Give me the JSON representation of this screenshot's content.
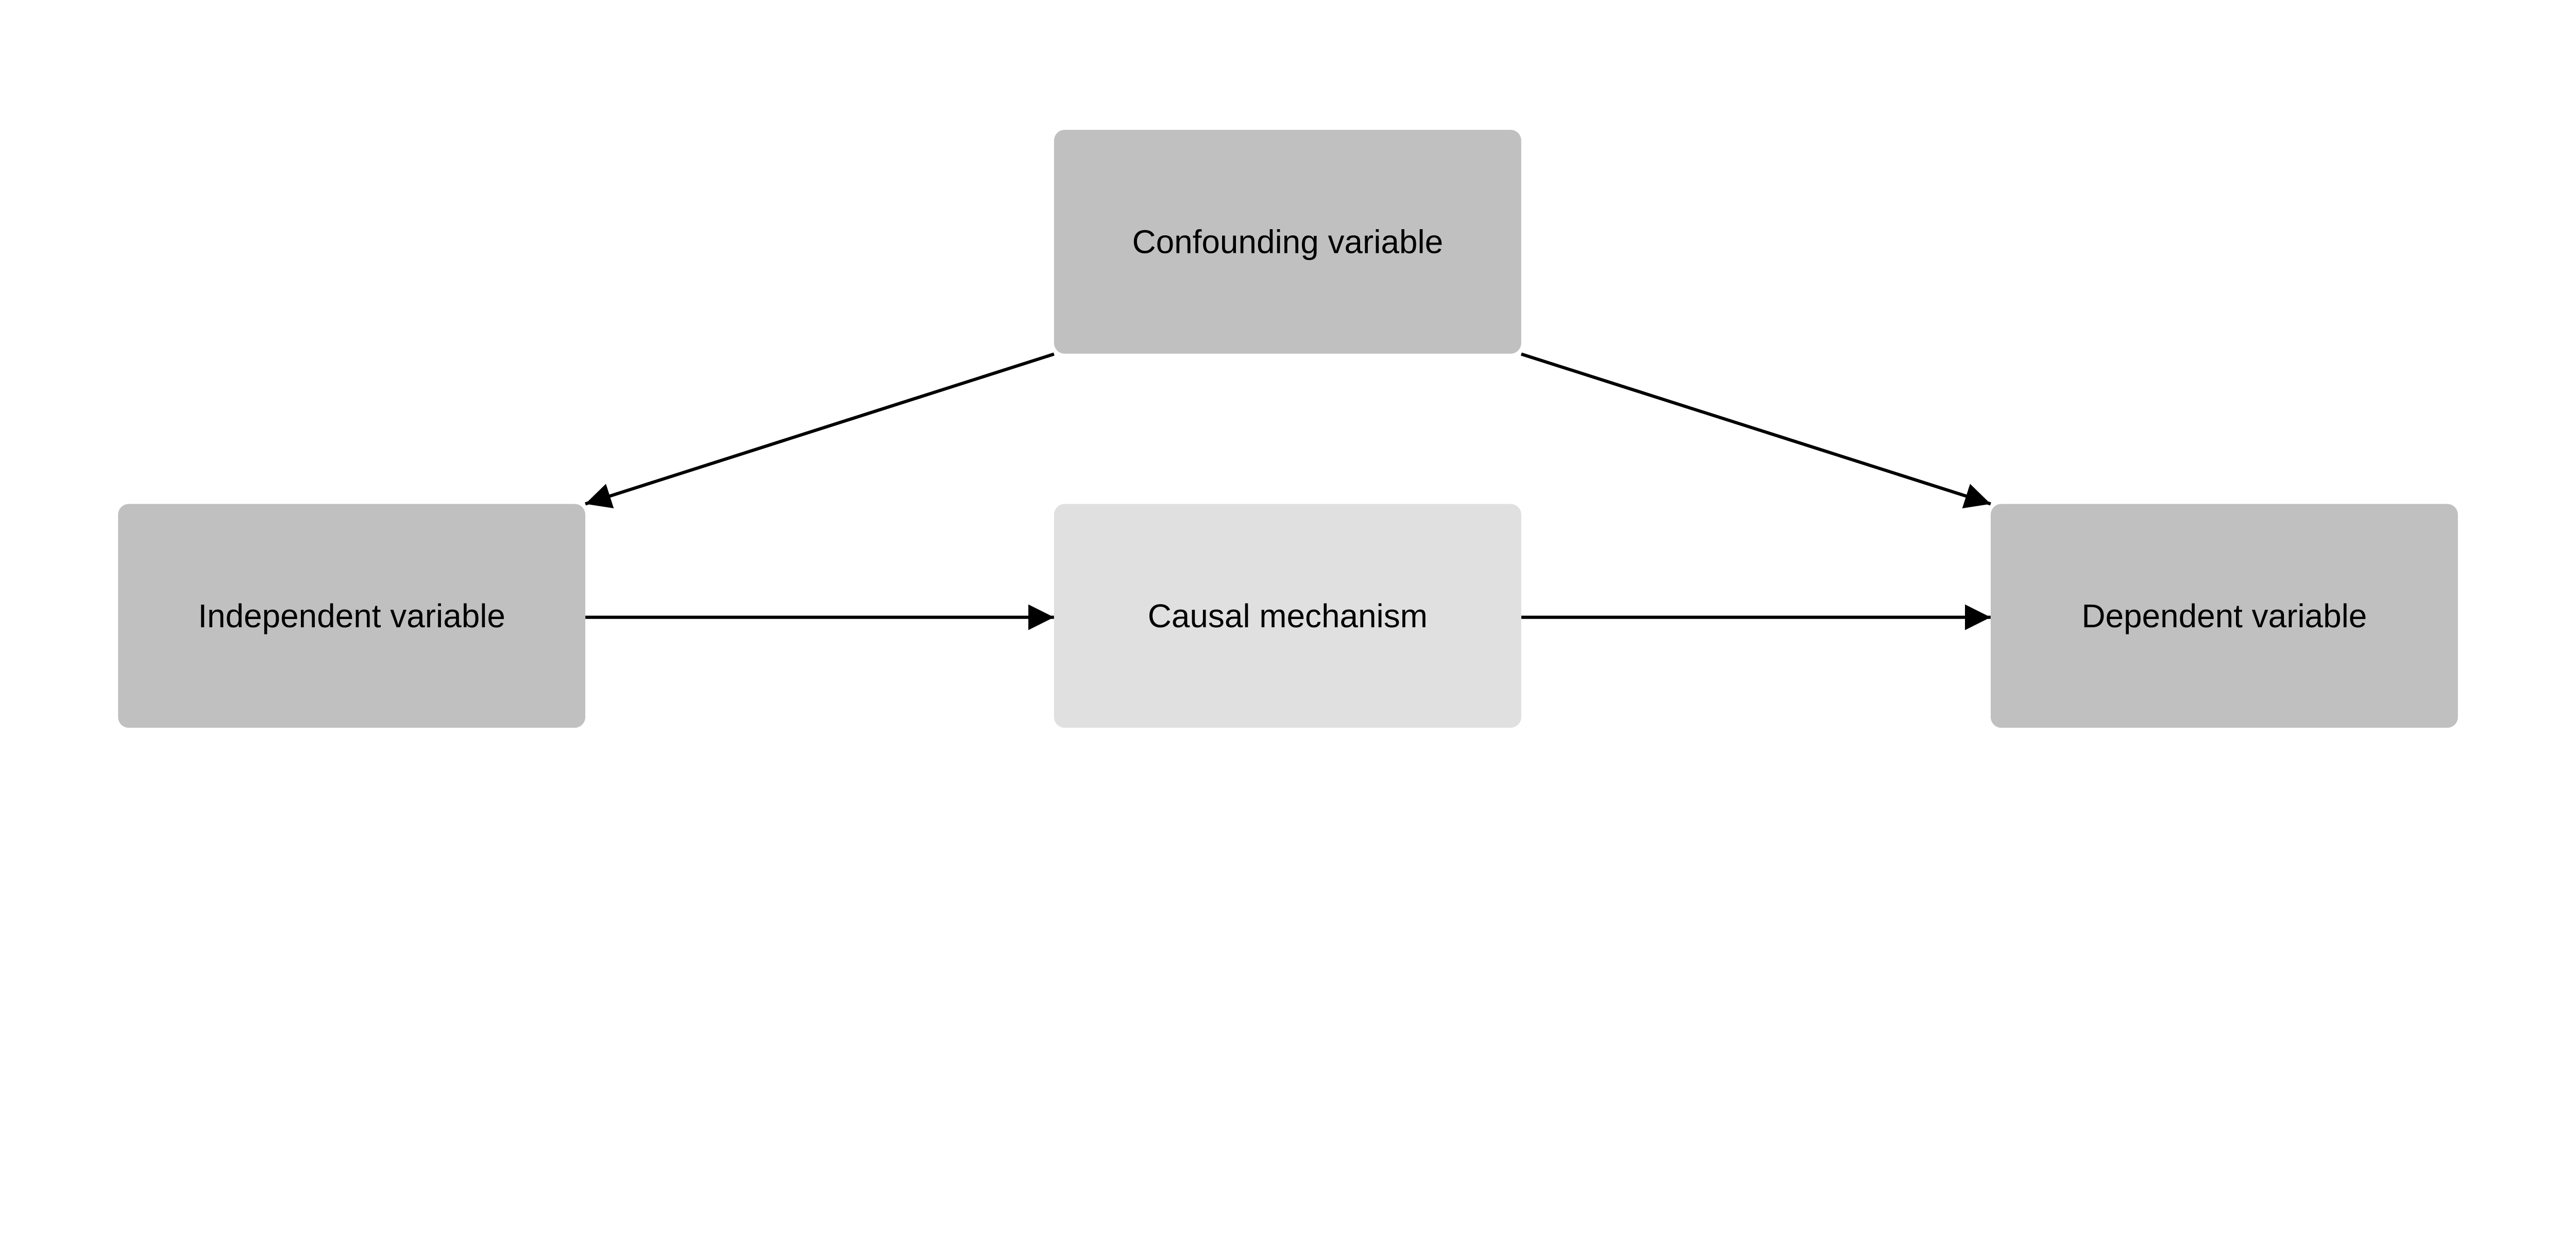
{
  "nodes": [
    {
      "id": "confounding",
      "label": "Confounding variable",
      "fill": "#c0c0c0"
    },
    {
      "id": "independent",
      "label": "Independent variable",
      "fill": "#c0c0c0"
    },
    {
      "id": "mechanism",
      "label": "Causal mechanism",
      "fill": "#e0e0e0"
    },
    {
      "id": "dependent",
      "label": "Dependent variable",
      "fill": "#c0c0c0"
    }
  ],
  "edges": [
    {
      "from": "confounding",
      "to": "independent"
    },
    {
      "from": "confounding",
      "to": "dependent"
    },
    {
      "from": "independent",
      "to": "mechanism"
    },
    {
      "from": "mechanism",
      "to": "dependent"
    }
  ],
  "colors": {
    "edge": "#000000",
    "background": "#ffffff"
  }
}
